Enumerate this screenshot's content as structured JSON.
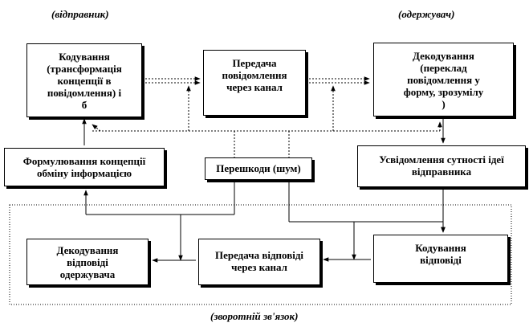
{
  "labels": {
    "sender": "(відправник)",
    "receiver": "(одержувач)",
    "feedback": "(зворотній зв'язок)"
  },
  "boxes": {
    "encoding": [
      "Кодування",
      "(трансформація",
      "концепції в",
      "повідомлення) і",
      "б"
    ],
    "transmission": [
      "Передача",
      "повідомлення",
      "через канал"
    ],
    "decoding": [
      "Декодування",
      "(переклад",
      "повідомлення у",
      "форму,  зрозумілу",
      "        )"
    ],
    "formulating": [
      "Формулювання концепції",
      "обміну інформацією"
    ],
    "noise": [
      "Перешкоди  (шум)"
    ],
    "awareness": [
      "Усвідомлення сутності ідеї",
      "відправника"
    ],
    "decoding_response": [
      "Декодування",
      "відповіді",
      "одержувача"
    ],
    "response_transmission": [
      "Передача відповіді",
      "через канал"
    ],
    "encoding_response": [
      "Кодування",
      "відповіді",
      "          "
    ]
  }
}
